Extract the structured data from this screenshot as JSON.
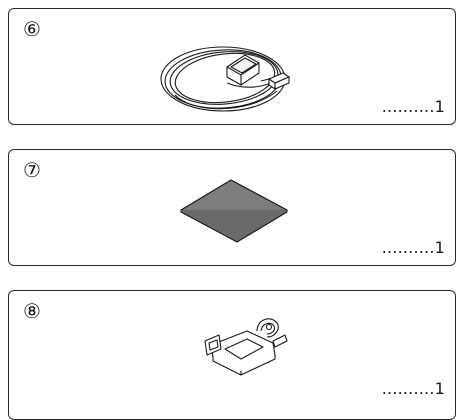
{
  "parts": [
    {
      "number": "⑥",
      "quantity": "..........1",
      "icon": "gps-antenna-icon"
    },
    {
      "number": "⑦",
      "quantity": "..........1",
      "icon": "metal-plate-icon"
    },
    {
      "number": "⑧",
      "quantity": "..........1",
      "icon": "cord-clamp-icon"
    }
  ],
  "colors": {
    "border": "#2a2a2a",
    "plate_fill": "#7d7d7d",
    "line": "#1a1a1a"
  }
}
